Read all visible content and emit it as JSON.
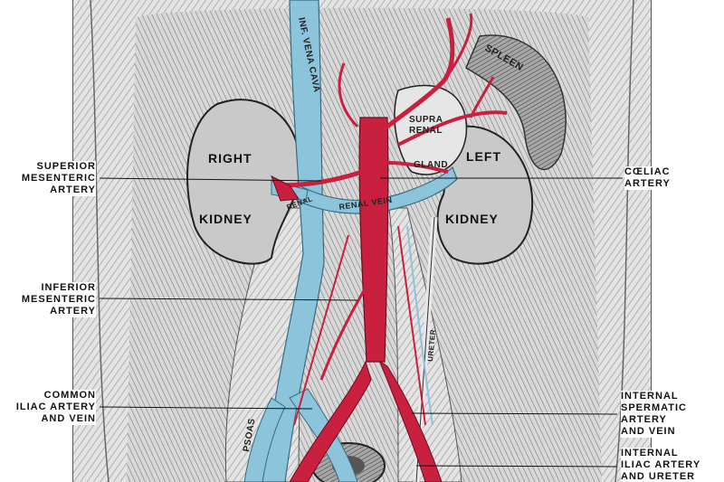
{
  "colors": {
    "artery": "#c8203e",
    "vein": "#8cc4dc",
    "ink": "#1a1a1a",
    "tissue": "#d6d6d6",
    "organ": "#c4c4c4"
  },
  "organs": {
    "right_kidney_a": "RIGHT",
    "right_kidney_b": "KIDNEY",
    "left_kidney_a": "LEFT",
    "left_kidney_b": "KIDNEY",
    "spleen": "SPLEEN",
    "suprarenal_a": "SUPRA",
    "suprarenal_b": "RENAL",
    "suprarenal_c": "GLAND",
    "vena_cava": "INF. VENA CAVA",
    "renal_vein": "RENAL VEIN",
    "renal_right": "RENAL",
    "psoas": "PSOAS",
    "ureter": "URETER"
  },
  "labels": {
    "superior_mesenteric": [
      "SUPERIOR",
      "MESENTERIC",
      "ARTERY"
    ],
    "inferior_mesenteric": [
      "INFERIOR",
      "MESENTERIC",
      "ARTERY"
    ],
    "common_iliac": [
      "COMMON",
      "ILIAC ARTERY",
      "AND VEIN"
    ],
    "coeliac": [
      "CŒLIAC",
      "ARTERY"
    ],
    "internal_spermatic": [
      "INTERNAL",
      "SPERMATIC",
      "ARTERY",
      "AND VEIN"
    ],
    "internal_iliac": [
      "INTERNAL",
      "ILIAC ARTERY",
      "AND URETER"
    ]
  }
}
